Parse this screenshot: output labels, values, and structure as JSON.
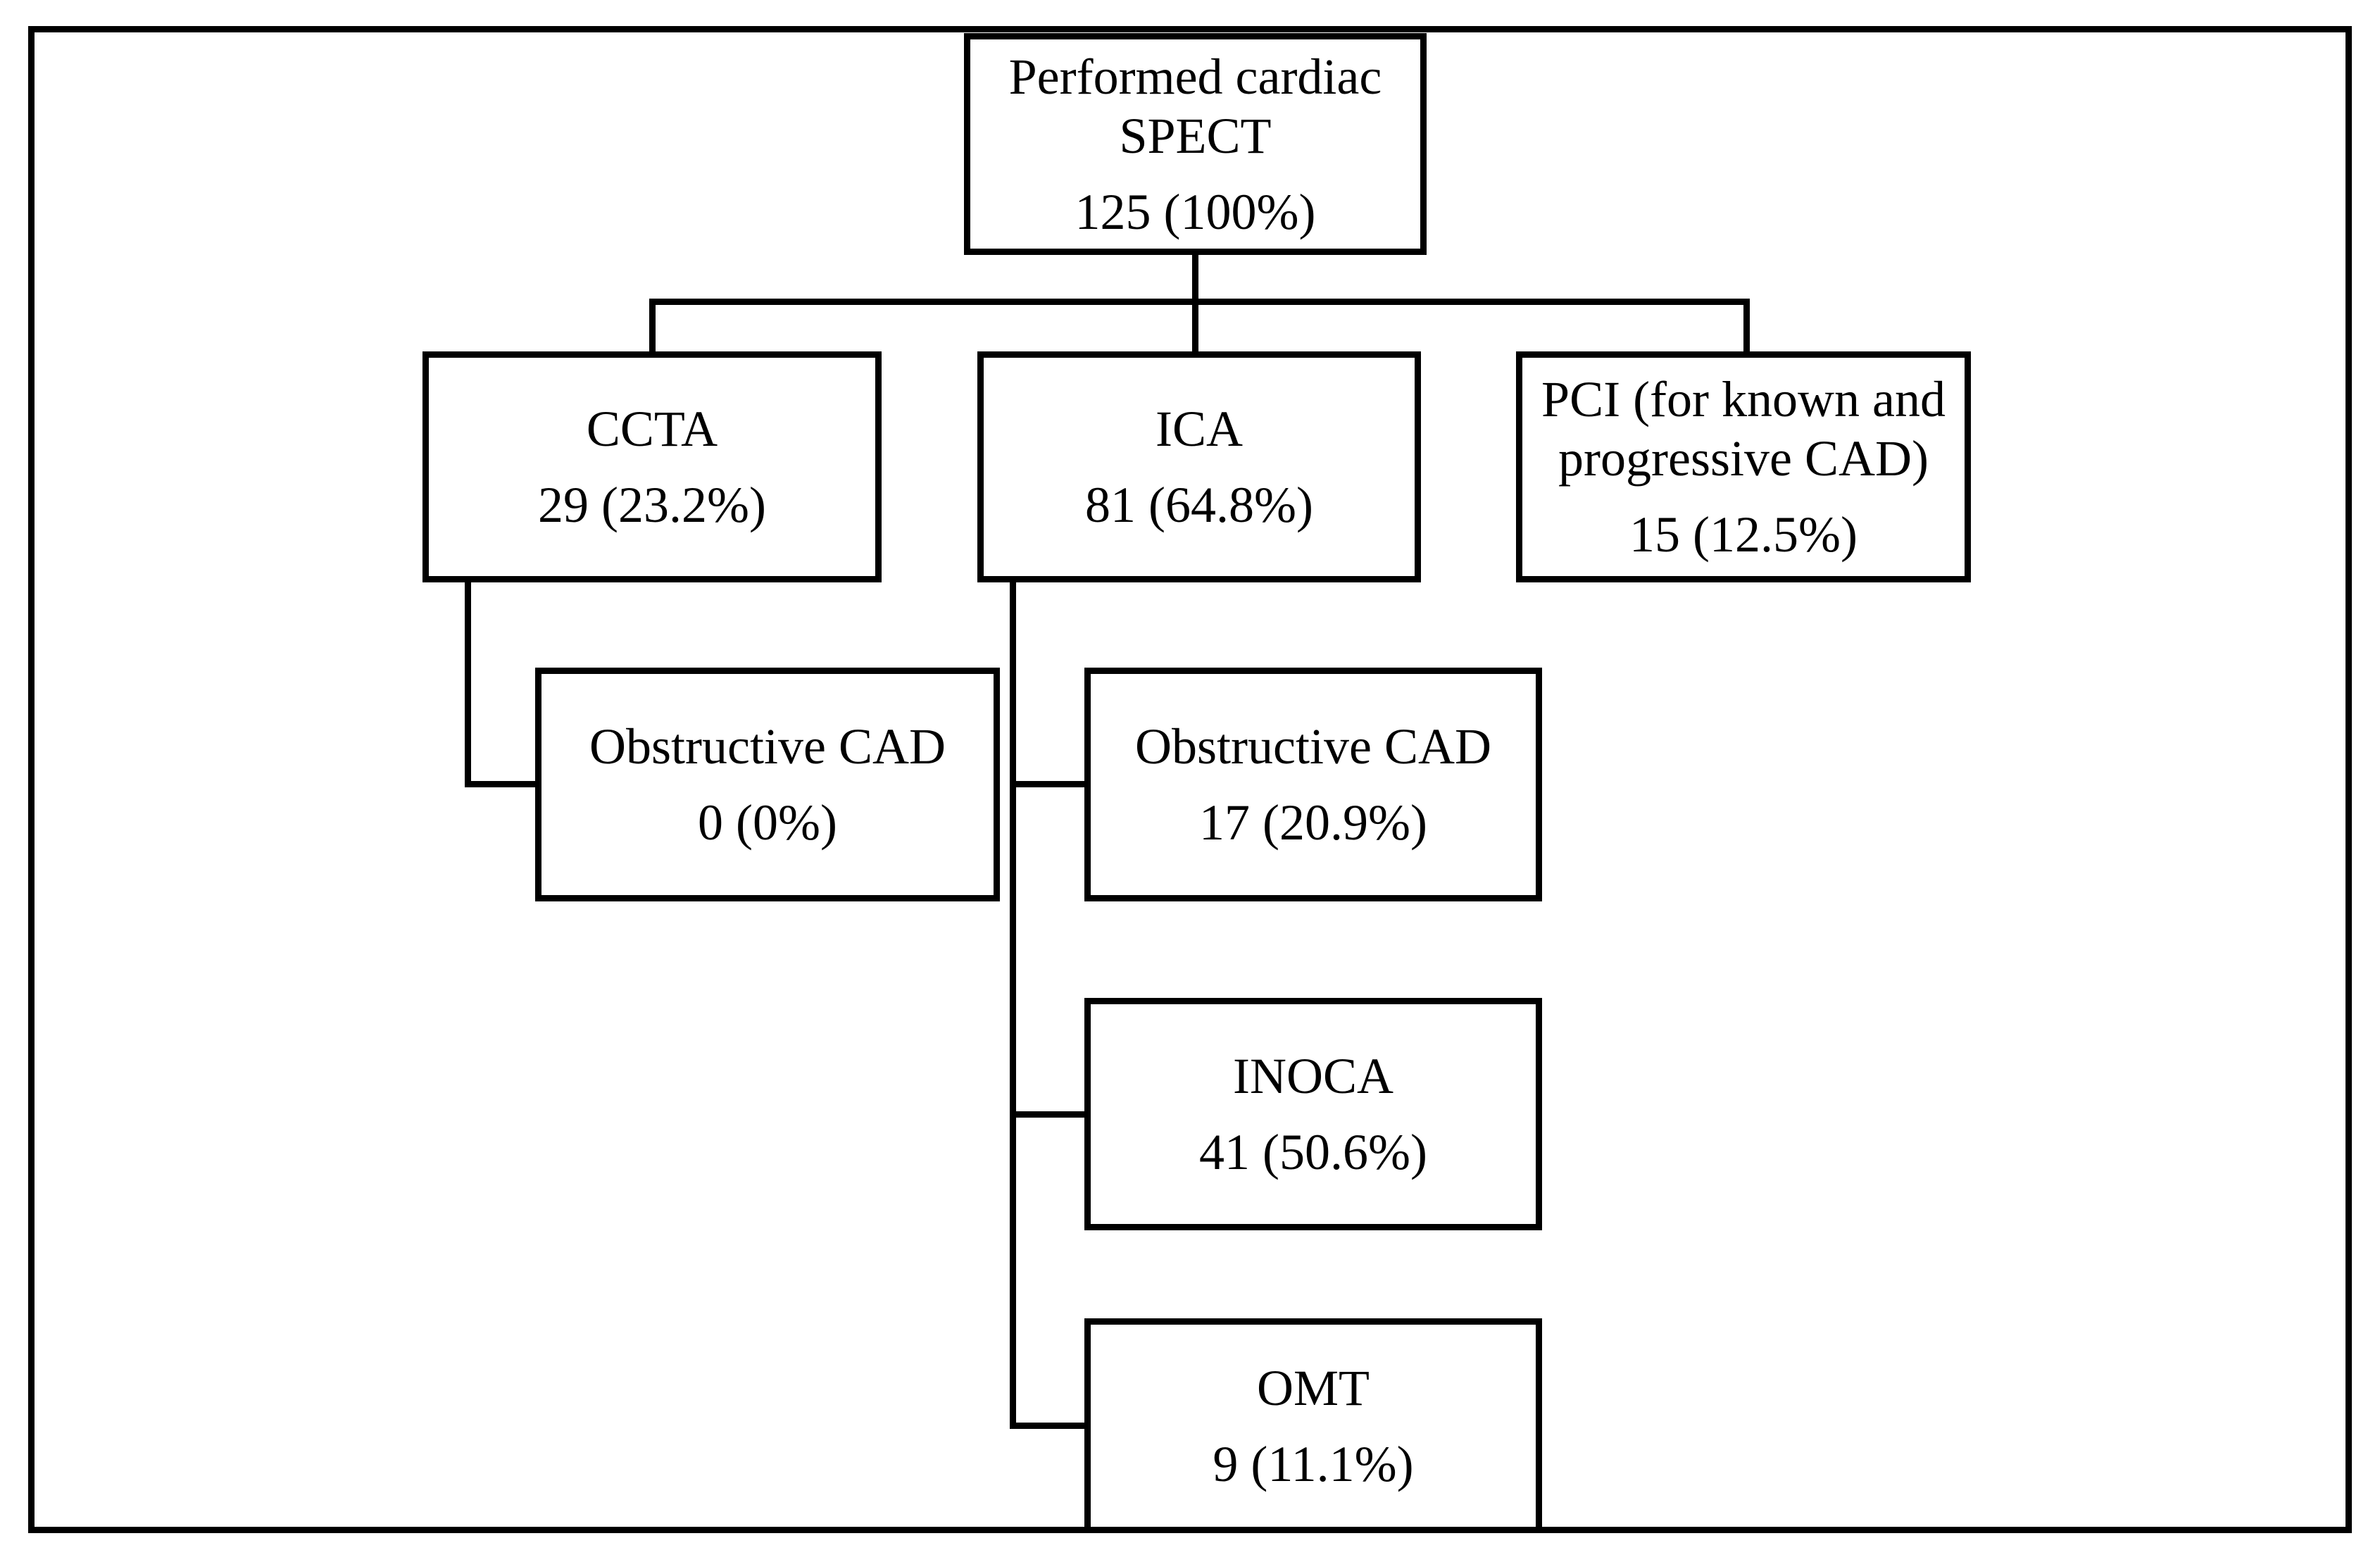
{
  "colors": {
    "background": "#ffffff",
    "line": "#000000",
    "text": "#000000"
  },
  "nodes": {
    "root": {
      "label": "Performed cardiac\nSPECT",
      "value": "125 (100%)"
    },
    "ccta": {
      "label": "CCTA",
      "value": "29 (23.2%)"
    },
    "ica": {
      "label": "ICA",
      "value": "81 (64.8%)"
    },
    "pci": {
      "label": "PCI (for known and\nprogressive CAD)",
      "value": "15 (12.5%)"
    },
    "ccta_obstructive": {
      "label": "Obstructive CAD",
      "value": "0 (0%)"
    },
    "ica_obstructive": {
      "label": "Obstructive CAD",
      "value": "17 (20.9%)"
    },
    "inoca": {
      "label": "INOCA",
      "value": "41 (50.6%)"
    },
    "omt": {
      "label": "OMT",
      "value": "9 (11.1%)"
    }
  },
  "edges": [
    {
      "from": "root",
      "to": "ccta"
    },
    {
      "from": "root",
      "to": "ica"
    },
    {
      "from": "root",
      "to": "pci"
    },
    {
      "from": "ccta",
      "to": "ccta_obstructive"
    },
    {
      "from": "ica",
      "to": "ica_obstructive"
    },
    {
      "from": "ica",
      "to": "inoca"
    },
    {
      "from": "ica",
      "to": "omt"
    }
  ]
}
